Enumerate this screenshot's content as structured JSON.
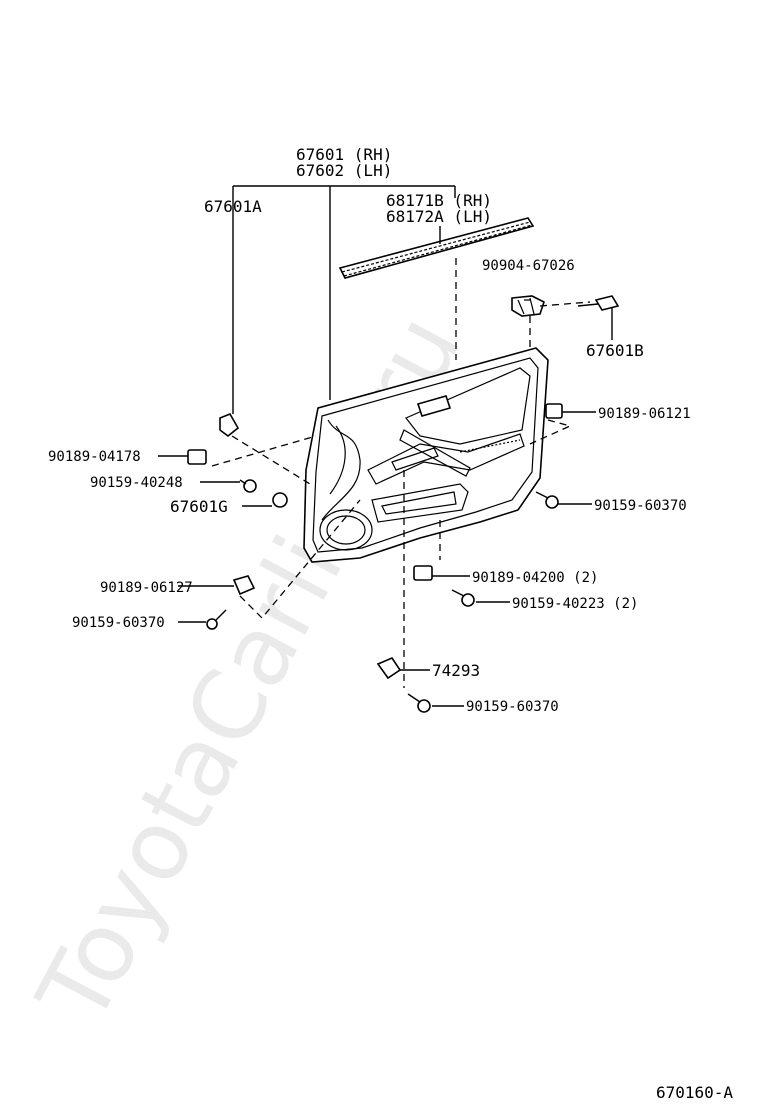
{
  "watermark": "ToyotaCarline.ru",
  "diagram_code": "670160-A",
  "labels": {
    "trim_rh": "67601 (RH)",
    "trim_lh": "67602 (LH)",
    "trim_a": "67601A",
    "weather_rh": "68171B (RH)",
    "weather_lh": "68172A (LH)",
    "clip_top": "90904-67026",
    "trim_b": "67601B",
    "clip_r": "90189-06121",
    "clip_l1": "90189-04178",
    "screw_l1": "90159-40248",
    "trim_g": "67601G",
    "screw_r": "90159-60370",
    "clip_mid": "90189-04200 (2)",
    "screw_mid": "90159-40223 (2)",
    "clip_bl": "90189-06127",
    "screw_bl": "90159-60370",
    "part_74293": "74293",
    "screw_bot": "90159-60370"
  }
}
